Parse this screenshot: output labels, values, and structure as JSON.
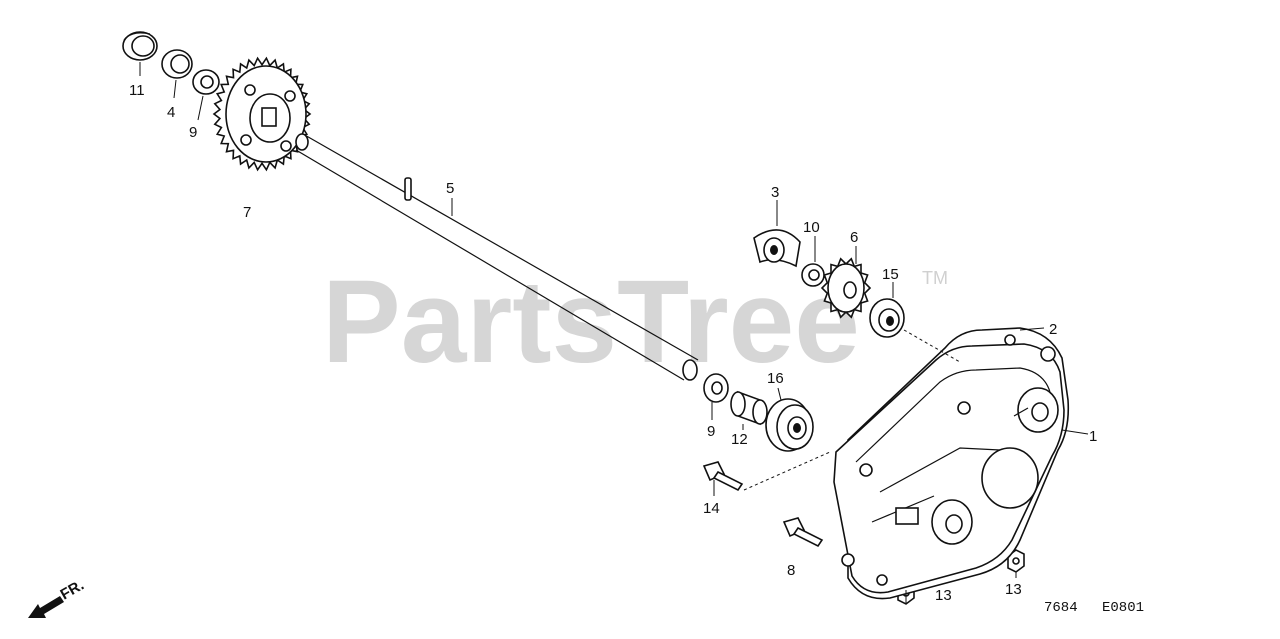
{
  "watermark": {
    "text": "PartsTree",
    "trademark": "TM"
  },
  "callouts": [
    {
      "id": "1",
      "text": "1"
    },
    {
      "id": "2",
      "text": "2"
    },
    {
      "id": "3",
      "text": "3"
    },
    {
      "id": "4",
      "text": "4"
    },
    {
      "id": "5",
      "text": "5"
    },
    {
      "id": "6",
      "text": "6"
    },
    {
      "id": "7",
      "text": "7"
    },
    {
      "id": "8",
      "text": "8"
    },
    {
      "id": "9a",
      "text": "9"
    },
    {
      "id": "9b",
      "text": "9"
    },
    {
      "id": "10",
      "text": "10"
    },
    {
      "id": "11",
      "text": "11"
    },
    {
      "id": "12",
      "text": "12"
    },
    {
      "id": "13a",
      "text": "13"
    },
    {
      "id": "13b",
      "text": "13"
    },
    {
      "id": "14",
      "text": "14"
    },
    {
      "id": "15",
      "text": "15"
    },
    {
      "id": "16",
      "text": "16"
    }
  ],
  "direction_marker": {
    "text": "FR.",
    "icon": "arrow-down-left-icon"
  },
  "drawing_code": {
    "left": "7684",
    "right": "E0801"
  }
}
